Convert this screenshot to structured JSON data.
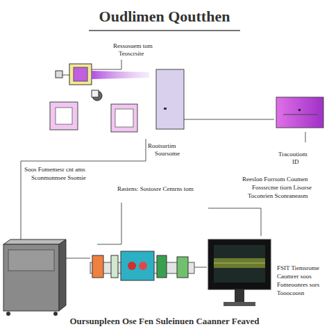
{
  "diagram": {
    "title": "Oudlimen Qoutthen",
    "caption": "Oursunpleen Ose Fen Suleinuen Caanner Feaved",
    "labels": [
      "Ressosuem tom",
      "Teoscrsite",
      "Rootsurtim",
      "Soursome",
      "Tracoutiom",
      "ID",
      "Soos Fomemesr cnt ams",
      "Sconmonnsee Ssomie",
      "Rastens: Sostosre Cemrns tom",
      "Reeslon Forrsom Coumen",
      "Fosssrcme tiorn Lisorse",
      "Toconrien Sconraneasm",
      "FSIT Tiemsrome",
      "Caomrer soos",
      "Fomeoonres sors",
      "Tooocoosn"
    ]
  }
}
